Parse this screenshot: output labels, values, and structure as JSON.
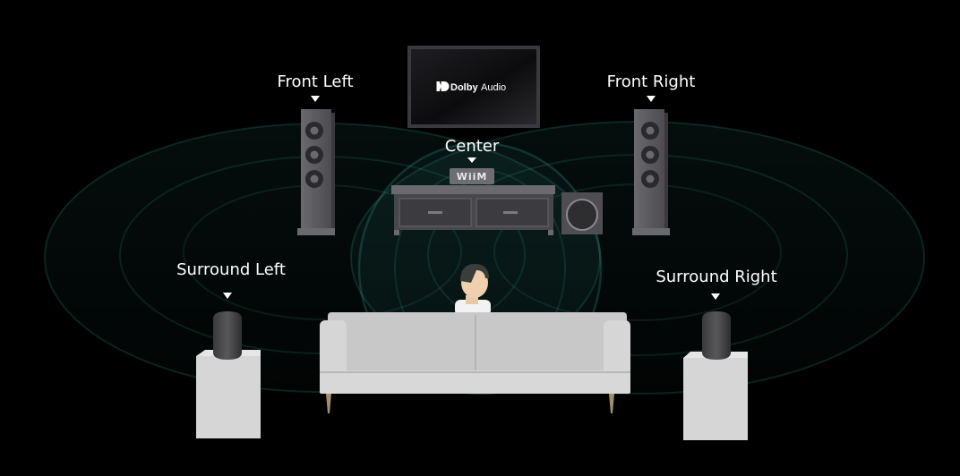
{
  "diagram": {
    "labels": {
      "front_left": "Front Left",
      "front_right": "Front Right",
      "center": "Center",
      "surround_left": "Surround Left",
      "surround_right": "Surround Right"
    },
    "tv": {
      "brand_mark": "Dolby",
      "brand_suffix": "Audio"
    },
    "soundbar_brand": "WiiM",
    "icons": {
      "pointer": "triangle-down-icon",
      "dolby": "dolby-double-d-icon"
    },
    "colors": {
      "background": "#000000",
      "label": "#ffffff",
      "speaker_body": "#5a5a5e",
      "sofa": "#d4d4d4",
      "sound_wave": "#3fb9a6"
    }
  }
}
